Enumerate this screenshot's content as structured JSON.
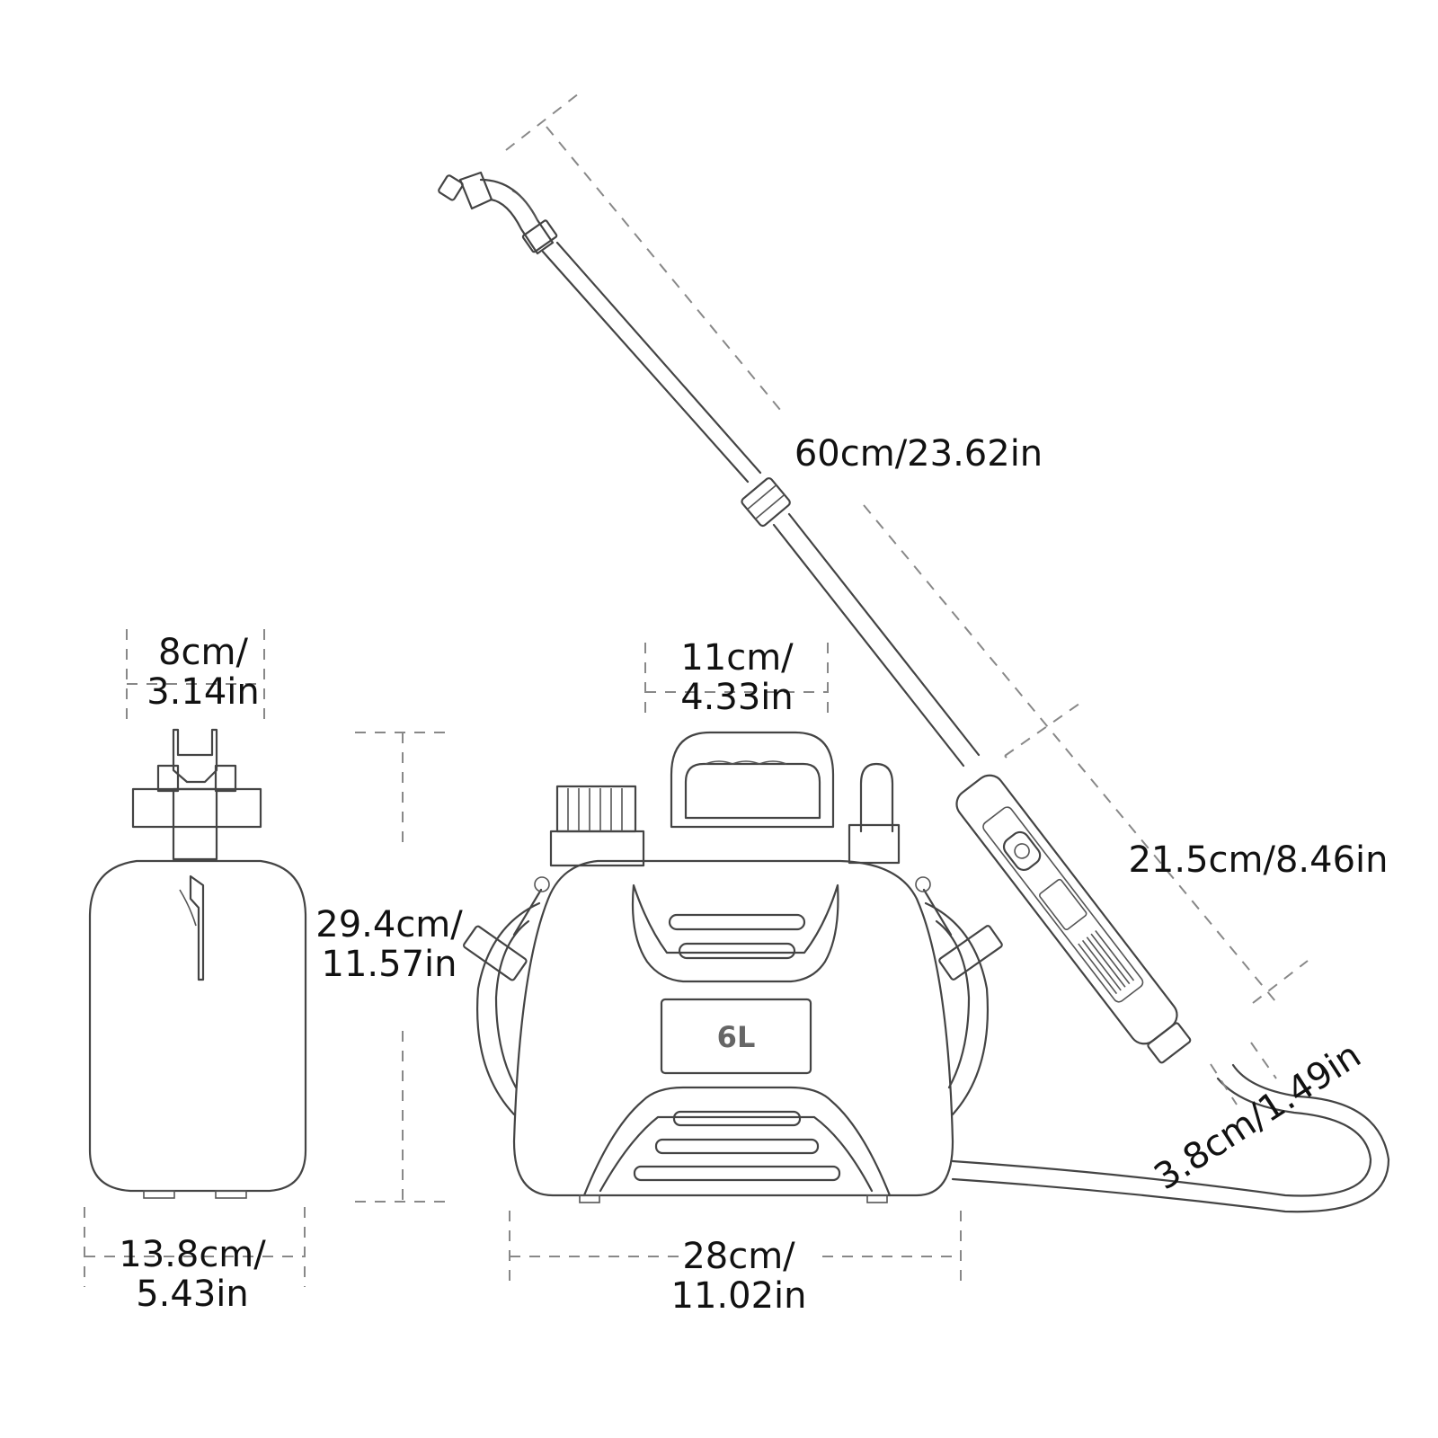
{
  "product": {
    "capacity_label": "6L"
  },
  "dimensions": {
    "side_top_width": {
      "line1": "8cm/",
      "line2": "3.14in"
    },
    "side_bottom_width": {
      "line1": "13.8cm/",
      "line2": "5.43in"
    },
    "height": {
      "line1": "29.4cm/",
      "line2": "11.57in"
    },
    "handle_width": {
      "line1": "11cm/",
      "line2": "4.33in"
    },
    "front_width": {
      "line1": "28cm/",
      "line2": "11.02in"
    },
    "wand_length": "60cm/23.62in",
    "handle_length": "21.5cm/8.46in",
    "handle_diameter": "3.8cm/1.49in"
  }
}
